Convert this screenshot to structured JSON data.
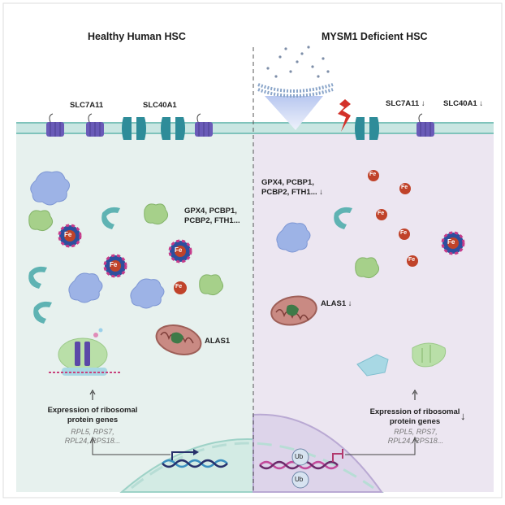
{
  "left_panel": {
    "title": "Healthy Human HSC",
    "transporters": [
      "SLC7A11",
      "SLC40A1"
    ],
    "proteins_label": [
      "GPX4, PCBP1,",
      "PCBP2, FTH1..."
    ],
    "enzyme_label": "ALAS1",
    "expression_label": [
      "Expression of ribosomal",
      "protein genes"
    ],
    "genes": [
      "RPL5, RPS7,",
      "RPL24, RPS18..."
    ],
    "iron_symbol": "Fe"
  },
  "right_panel": {
    "title": "MYSM1 Deficient HSC",
    "transporters": [
      "SLC7A11",
      "SLC40A1"
    ],
    "proteins_label": [
      "GPX4, PCBP1,",
      "PCBP2, FTH1..."
    ],
    "enzyme_label": "ALAS1",
    "expression_label": [
      "Expression of ribosomal",
      "protein genes"
    ],
    "genes": [
      "RPL5, RPS7,",
      "RPL24, RPS18..."
    ],
    "ubiquitin": "Ub",
    "down_arrow": "↓",
    "up_arrow": "↑",
    "iron_symbol": "Fe"
  },
  "colors": {
    "left_bg": "#e7f1ee",
    "right_bg": "#ece6f1",
    "membrane": "#a8d4cf",
    "transporter_purple": "#6a5bb8",
    "ferroportin_teal": "#2e8c99",
    "iron": "#c0432a",
    "protein_blue": "#9db3e6",
    "protein_green": "#a6d08a",
    "mito": "#c98a83",
    "lightning": "#d3312a"
  }
}
